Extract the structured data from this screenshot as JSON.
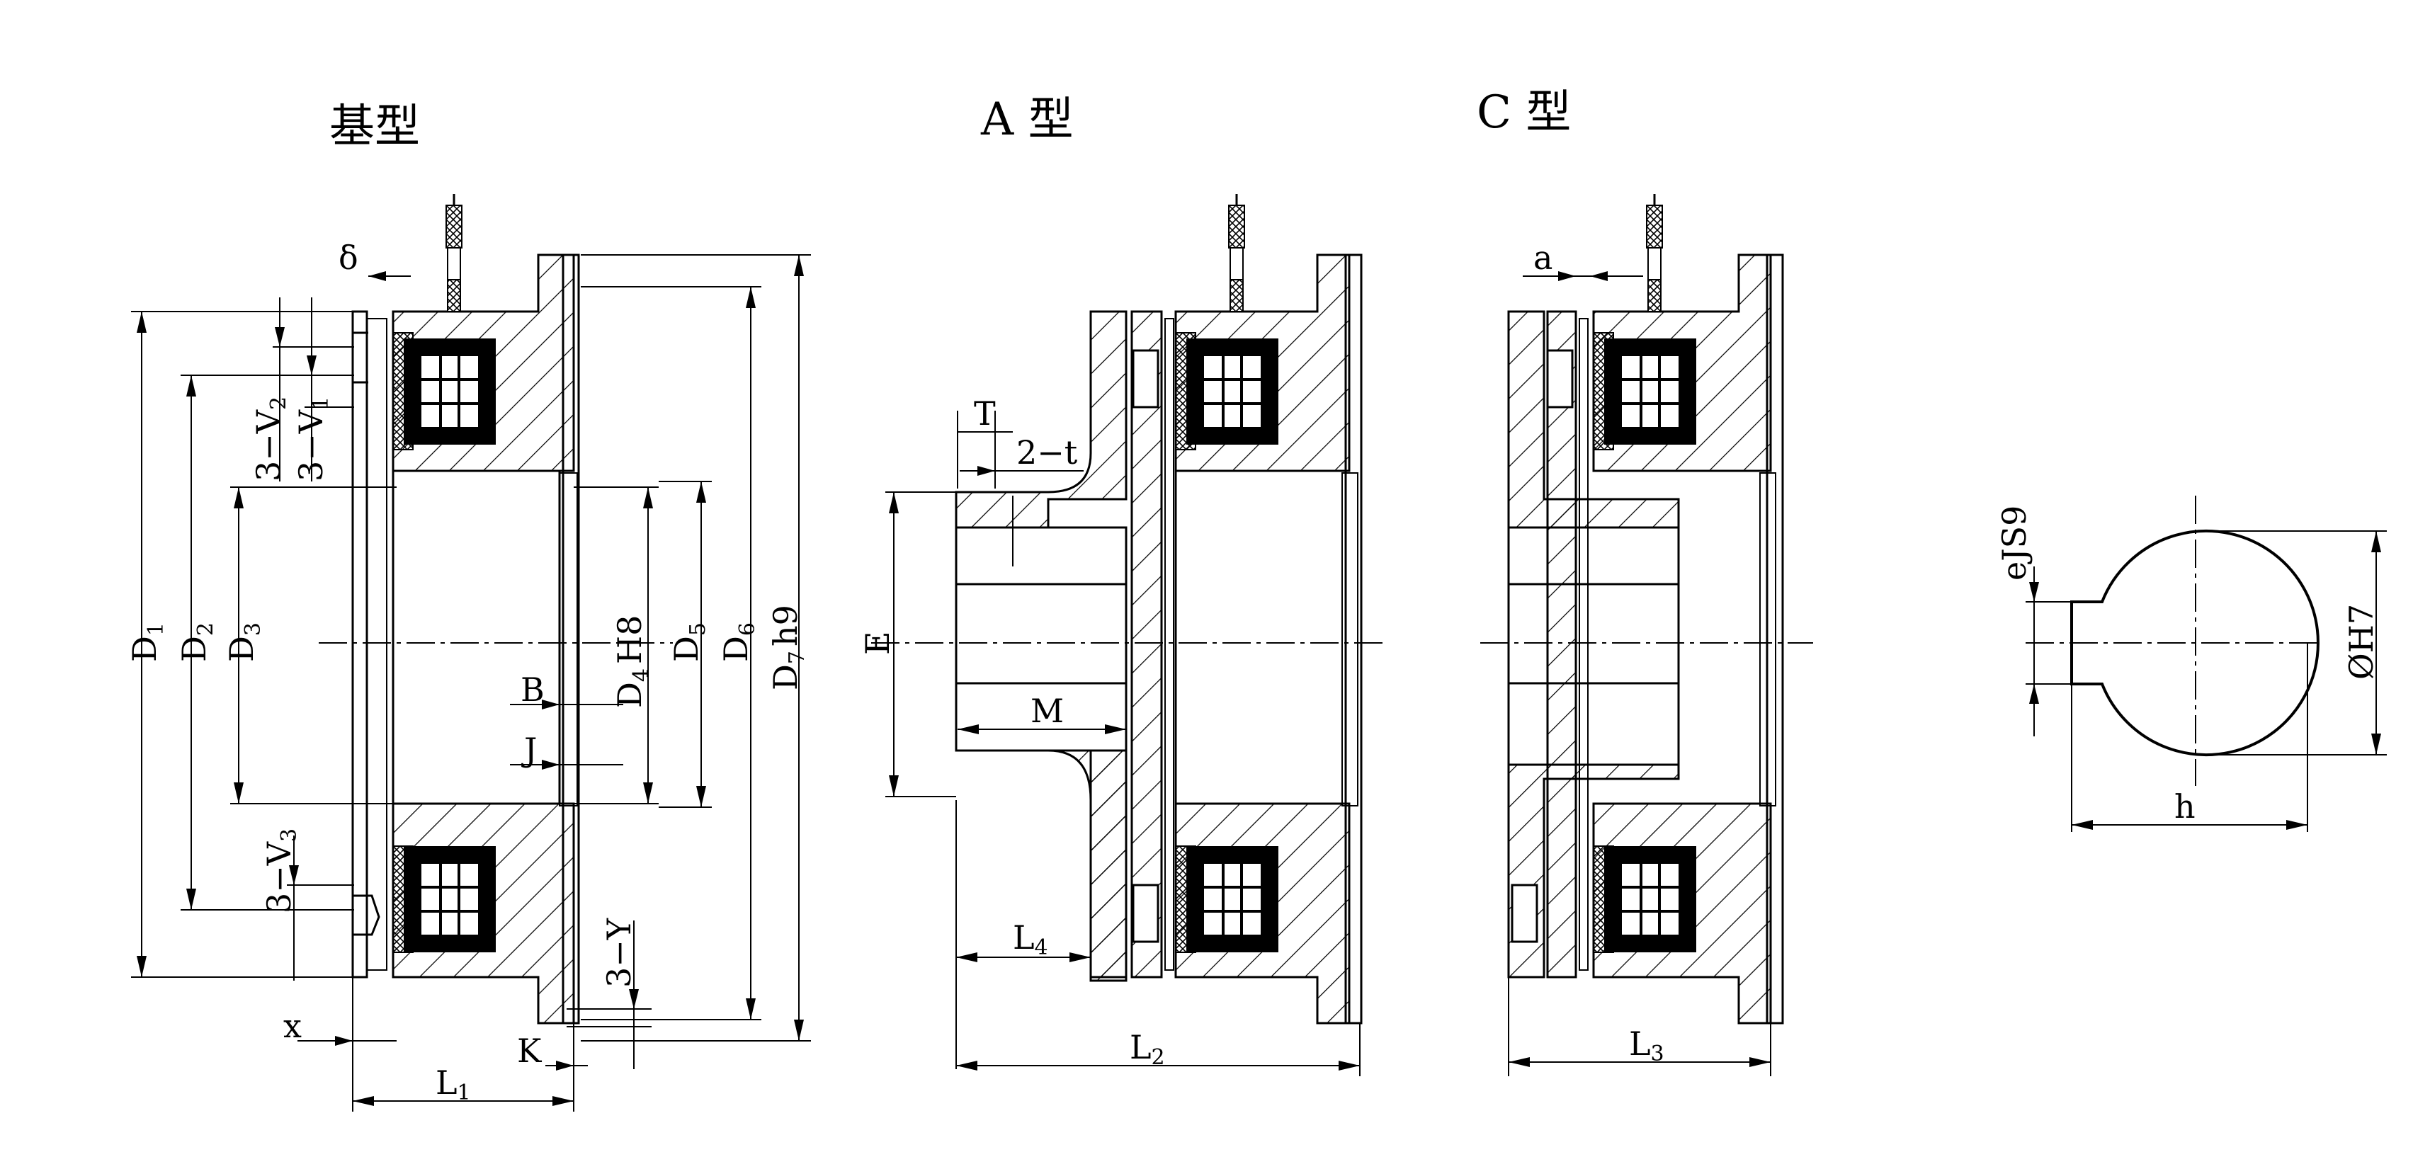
{
  "titles": {
    "basic": "基型",
    "typeA": "A 型",
    "typeC": "C 型"
  },
  "basic_labels": {
    "delta": "δ",
    "d1": "D",
    "d1_sub": "1",
    "d2": "D",
    "d2_sub": "2",
    "d3": "D",
    "d3_sub": "3",
    "v2": "3−V",
    "v2_sub": "2",
    "v1": "3−V",
    "v1_sub": "1",
    "v3": "3−V",
    "v3_sub": "3",
    "d4": "D",
    "d4_sub": "4",
    "d4_tol": "H8",
    "d5": "D",
    "d5_sub": "5",
    "d6": "D",
    "d6_sub": "6",
    "d7": "D",
    "d7_sub": "7",
    "d7_tol": "h9",
    "b": "B",
    "j": "J",
    "x": "x",
    "k": "K",
    "y": "3−Y",
    "l1": "L",
    "l1_sub": "1"
  },
  "typeA_labels": {
    "t_cap": "T",
    "t_small": "2−t",
    "e": "E",
    "m": "M",
    "l4": "L",
    "l4_sub": "4",
    "l2": "L",
    "l2_sub": "2"
  },
  "typeC_labels": {
    "a": "a",
    "l3": "L",
    "l3_sub": "3"
  },
  "keyway_labels": {
    "e": "eJS9",
    "h": "h",
    "dia": "ØH7"
  }
}
